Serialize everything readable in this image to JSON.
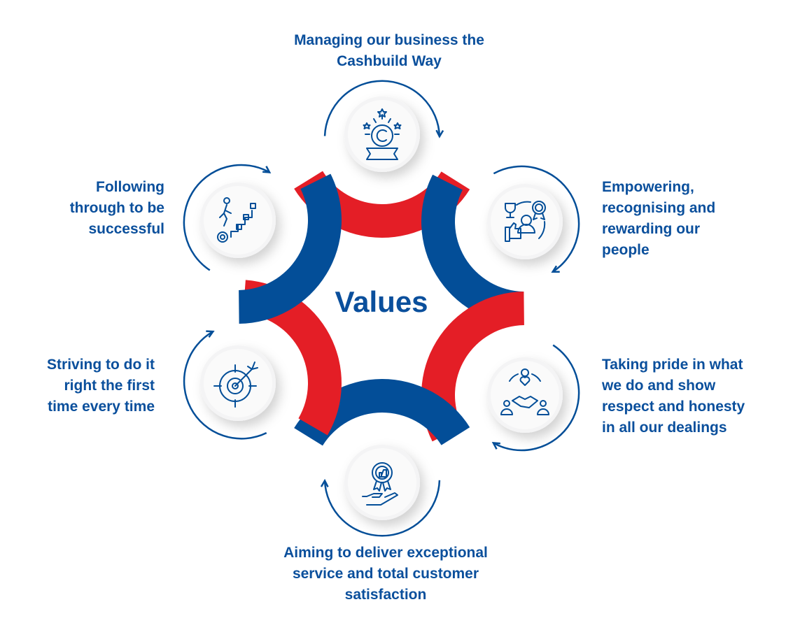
{
  "title": "Values",
  "colors": {
    "red": "#e41e26",
    "blue": "#034e98",
    "text": "#0a4f9c"
  },
  "values": [
    {
      "icon": "award-badge-icon",
      "band": "red",
      "lines": [
        "Managing our business the",
        "Cashbuild Way"
      ]
    },
    {
      "icon": "trophy-recognition-icon",
      "band": "blue",
      "lines": [
        "Empowering,",
        "recognising and",
        "rewarding our",
        "people"
      ]
    },
    {
      "icon": "handshake-heart-icon",
      "band": "red",
      "lines": [
        "Taking pride in what",
        "we do and show",
        "respect and honesty",
        "in all our dealings"
      ]
    },
    {
      "icon": "hand-rosette-icon",
      "band": "blue",
      "lines": [
        "Aiming to deliver exceptional",
        "service and total customer",
        "satisfaction"
      ]
    },
    {
      "icon": "target-gear-icon",
      "band": "red",
      "lines": [
        "Striving to do it",
        "right the first",
        "time every time"
      ]
    },
    {
      "icon": "stairs-climb-icon",
      "band": "blue",
      "lines": [
        "Following",
        "through to be",
        "successful"
      ]
    }
  ]
}
